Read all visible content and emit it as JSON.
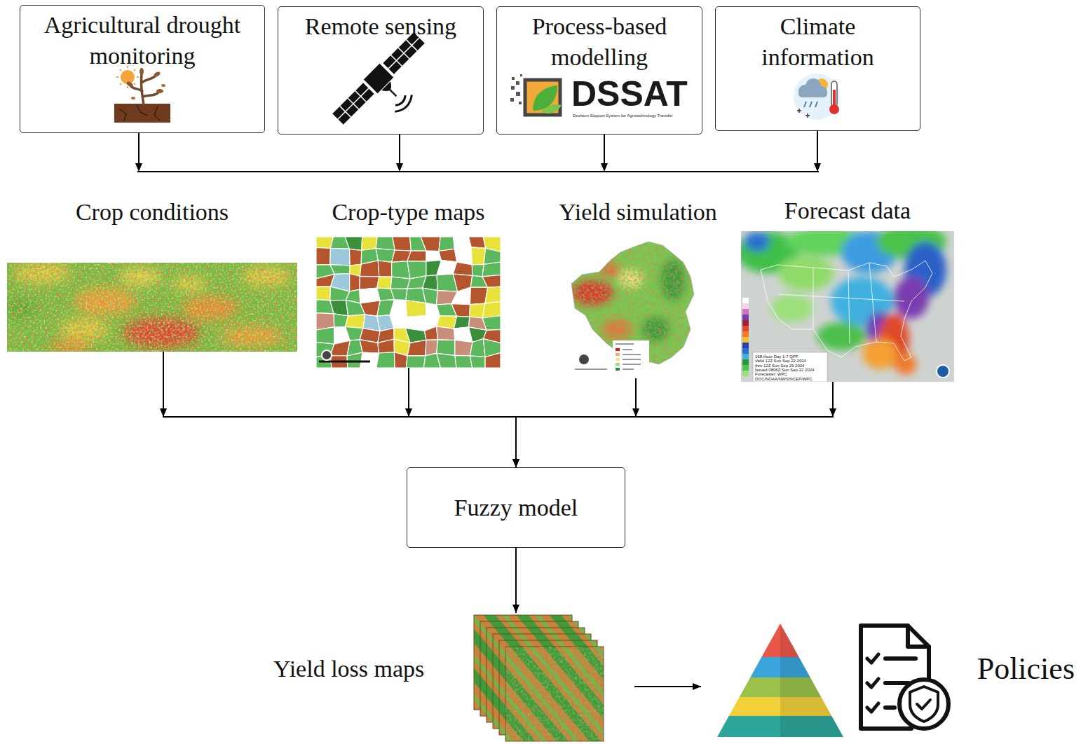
{
  "diagram": {
    "nodes": [
      {
        "text": [
          "Agricultural drought monitoring"
        ]
      },
      {
        "text": [
          "Remote sensing"
        ]
      },
      {
        "text": [
          "Process-based modelling"
        ]
      },
      {
        "text": [
          "Climate information"
        ]
      },
      {
        "text": [
          "Crop conditions"
        ]
      },
      {
        "text": [
          "Crop-type maps"
        ]
      },
      {
        "text": [
          "Yield simulation"
        ]
      },
      {
        "text": [
          "Forecast data"
        ]
      },
      {
        "text": [
          "Fuzzy model"
        ]
      },
      {
        "text": [
          "Yield loss maps"
        ]
      },
      {
        "text": [
          "Policies"
        ]
      }
    ],
    "edges": [
      {
        "from": 4,
        "to": 8,
        "arrow": "to"
      },
      {
        "from": 5,
        "to": 8,
        "arrow": "to"
      },
      {
        "from": 6,
        "to": 8,
        "arrow": "to"
      },
      {
        "from": 7,
        "to": 8,
        "arrow": "to"
      },
      {
        "from": 8,
        "to": 9,
        "arrow": "to"
      },
      {
        "from": 9,
        "to": 10,
        "arrow": "to"
      }
    ],
    "labels": [
      "DSSAT",
      "Decision Support System for Agrotechnology Transfer",
      "168-Hour Day 1-7 QPF",
      "Valid 12Z Sun Sep 22 2024",
      "thru 12Z Sun Sep 29 2024",
      "Issued 0806Z Sun Sep 22 2024",
      "Forecaster: WPC",
      "DOC/NOAA/NWS/NCEP/WPC"
    ]
  }
}
